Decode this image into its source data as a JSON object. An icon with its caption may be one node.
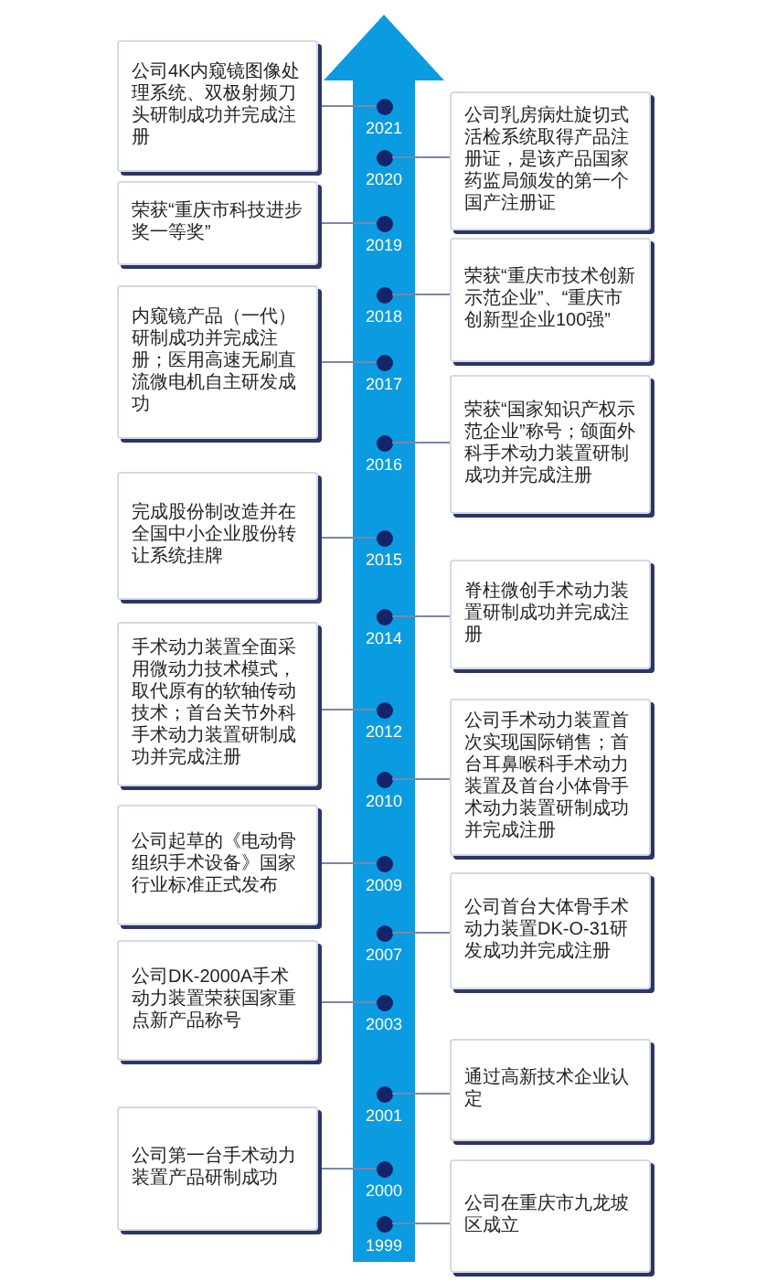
{
  "diagram": {
    "nodes": [
      {
        "text": [],
        "shape": "arrow"
      },
      {
        "text": [],
        "shape": "circle",
        "in": 0,
        "beside": [
          "2021"
        ]
      },
      {
        "text": [],
        "shape": "circle",
        "in": 0,
        "beside": [
          "2020"
        ]
      },
      {
        "text": [],
        "shape": "circle",
        "in": 0,
        "beside": [
          "2019"
        ]
      },
      {
        "text": [],
        "shape": "circle",
        "in": 0,
        "beside": [
          "2018"
        ]
      },
      {
        "text": [],
        "shape": "circle",
        "in": 0,
        "beside": [
          "2017"
        ]
      },
      {
        "text": [],
        "shape": "circle",
        "in": 0,
        "beside": [
          "2016"
        ]
      },
      {
        "text": [],
        "shape": "circle",
        "in": 0,
        "beside": [
          "2015"
        ]
      },
      {
        "text": [],
        "shape": "circle",
        "in": 0,
        "beside": [
          "2014"
        ]
      },
      {
        "text": [],
        "shape": "circle",
        "in": 0,
        "beside": [
          "2012"
        ]
      },
      {
        "text": [],
        "shape": "circle",
        "in": 0,
        "beside": [
          "2010"
        ]
      },
      {
        "text": [],
        "shape": "circle",
        "in": 0,
        "beside": [
          "2009"
        ]
      },
      {
        "text": [],
        "shape": "circle",
        "in": 0,
        "beside": [
          "2007"
        ]
      },
      {
        "text": [],
        "shape": "circle",
        "in": 0,
        "beside": [
          "2003"
        ]
      },
      {
        "text": [],
        "shape": "circle",
        "in": 0,
        "beside": [
          "2001"
        ]
      },
      {
        "text": [],
        "shape": "circle",
        "in": 0,
        "beside": [
          "2000"
        ]
      },
      {
        "text": [],
        "shape": "circle",
        "in": 0,
        "beside": [
          "1999"
        ]
      },
      {
        "text": [
          "公司4K内窥镜图像处理系统、双极射频刀头研制成功并完成注册"
        ]
      },
      {
        "text": [
          "公司乳房病灶旋切式活检系统取得产品注册证，是该产品国家药监局颁发的第一个国产注册证"
        ]
      },
      {
        "text": [
          "荣获“重庆市科技进步奖一等奖”"
        ]
      },
      {
        "text": [
          "荣获“重庆市技术创新示范企业”、“重庆市创新型企业100强”"
        ]
      },
      {
        "text": [
          "内窥镜产品（一代）研制成功并完成注册；医用高速无刷直流微电机自主研发成功"
        ]
      },
      {
        "text": [
          "荣获“国家知识产权示范企业”称号；颌面外科手术动力装置研制成功并完成注册"
        ]
      },
      {
        "text": [
          "完成股份制改造并在全国中小企业股份转让系统挂牌"
        ]
      },
      {
        "text": [
          "脊柱微创手术动力装置研制成功并完成注册"
        ]
      },
      {
        "text": [
          "手术动力装置全面采用微动力技术模式，取代原有的软轴传动技术；首台关节外科手术动力装置研制成功并完成注册"
        ]
      },
      {
        "text": [
          "公司手术动力装置首次实现国际销售；首台耳鼻喉科手术动力装置及首台小体骨手术动力装置研制成功并完成注册"
        ]
      },
      {
        "text": [
          "公司起草的《电动骨组织手术设备》国家行业标准正式发布"
        ]
      },
      {
        "text": [
          "公司首台大体骨手术动力装置DK-O-31研发成功并完成注册"
        ]
      },
      {
        "text": [
          "公司DK-2000A手术动力装置荣获国家重点新产品称号"
        ]
      },
      {
        "text": [
          "通过高新技术企业认定"
        ]
      },
      {
        "text": [
          "公司第一台手术动力装置产品研制成功"
        ]
      },
      {
        "text": [
          "公司在重庆市九龙坡区成立"
        ]
      }
    ],
    "edges": [
      {
        "from": 17,
        "to": 1,
        "arrow": "none"
      },
      {
        "from": 18,
        "to": 2,
        "arrow": "none"
      },
      {
        "from": 19,
        "to": 3,
        "arrow": "none"
      },
      {
        "from": 20,
        "to": 4,
        "arrow": "none"
      },
      {
        "from": 21,
        "to": 5,
        "arrow": "none"
      },
      {
        "from": 22,
        "to": 6,
        "arrow": "none"
      },
      {
        "from": 23,
        "to": 7,
        "arrow": "none"
      },
      {
        "from": 24,
        "to": 8,
        "arrow": "none"
      },
      {
        "from": 25,
        "to": 9,
        "arrow": "none"
      },
      {
        "from": 26,
        "to": 10,
        "arrow": "none"
      },
      {
        "from": 27,
        "to": 11,
        "arrow": "none"
      },
      {
        "from": 28,
        "to": 12,
        "arrow": "none"
      },
      {
        "from": 29,
        "to": 13,
        "arrow": "none"
      },
      {
        "from": 30,
        "to": 14,
        "arrow": "none"
      },
      {
        "from": 31,
        "to": 15,
        "arrow": "none"
      },
      {
        "from": 32,
        "to": 16,
        "arrow": "none"
      }
    ]
  }
}
